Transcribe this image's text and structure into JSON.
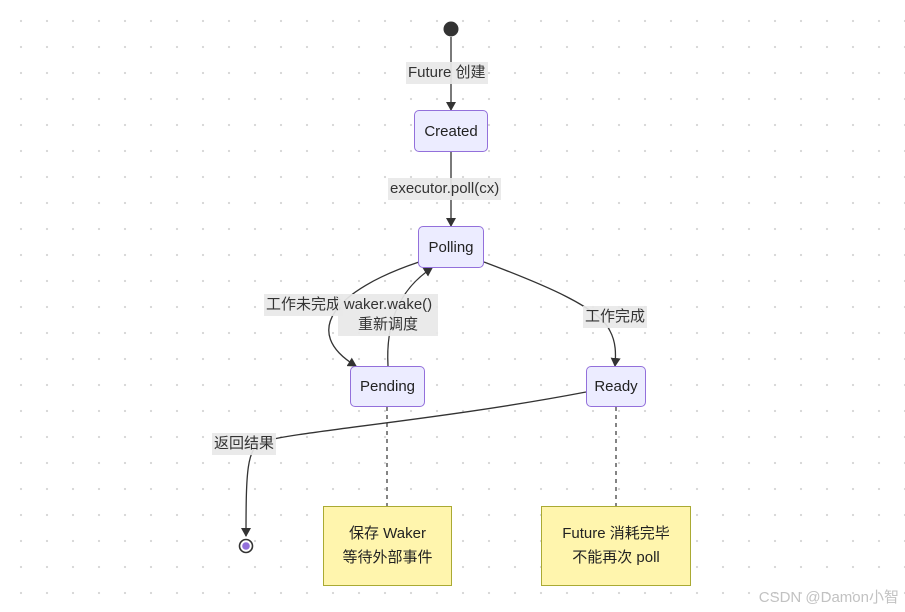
{
  "states": {
    "created": "Created",
    "polling": "Polling",
    "pending": "Pending",
    "ready": "Ready"
  },
  "transitions": {
    "start_to_created": "Future 创建",
    "created_to_polling": "executor.poll(cx)",
    "polling_to_pending": "工作未完成",
    "pending_to_polling": [
      "waker.wake()",
      "重新调度"
    ],
    "polling_to_ready": "工作完成",
    "ready_to_end": "返回结果"
  },
  "notes": {
    "pending": [
      "保存 Waker",
      "等待外部事件"
    ],
    "ready": [
      "Future 消耗完毕",
      "不能再次 poll"
    ]
  },
  "watermark": "CSDN @Damon小智",
  "colors": {
    "state_fill": "#ECECFF",
    "state_border": "#9370DB",
    "note_fill": "#FFF5AD",
    "note_border": "#AAAA33",
    "edge": "#333333"
  }
}
